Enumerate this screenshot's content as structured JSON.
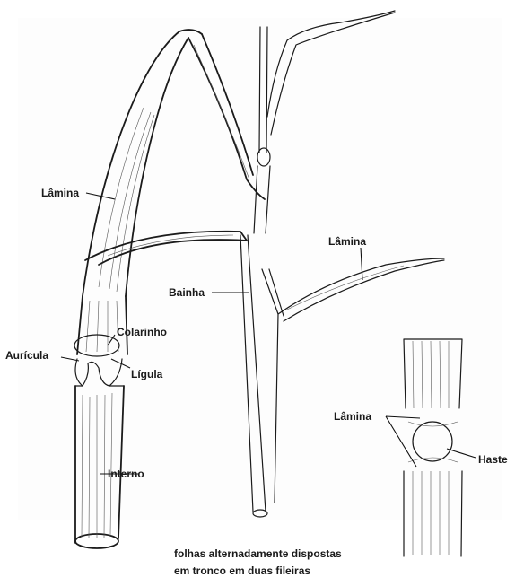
{
  "labels": {
    "lamina_main": "Lâmina",
    "lamina_right": "Lâmina",
    "lamina_detail": "Lâmina",
    "bainha": "Bainha",
    "colarinho": "Colarinho",
    "auricula": "Aurícula",
    "ligula": "Lígula",
    "interno": "Interno",
    "haste": "Haste"
  },
  "caption": {
    "line1": "folhas alternadamente dispostas",
    "line2": "em tronco em duas fileiras"
  }
}
